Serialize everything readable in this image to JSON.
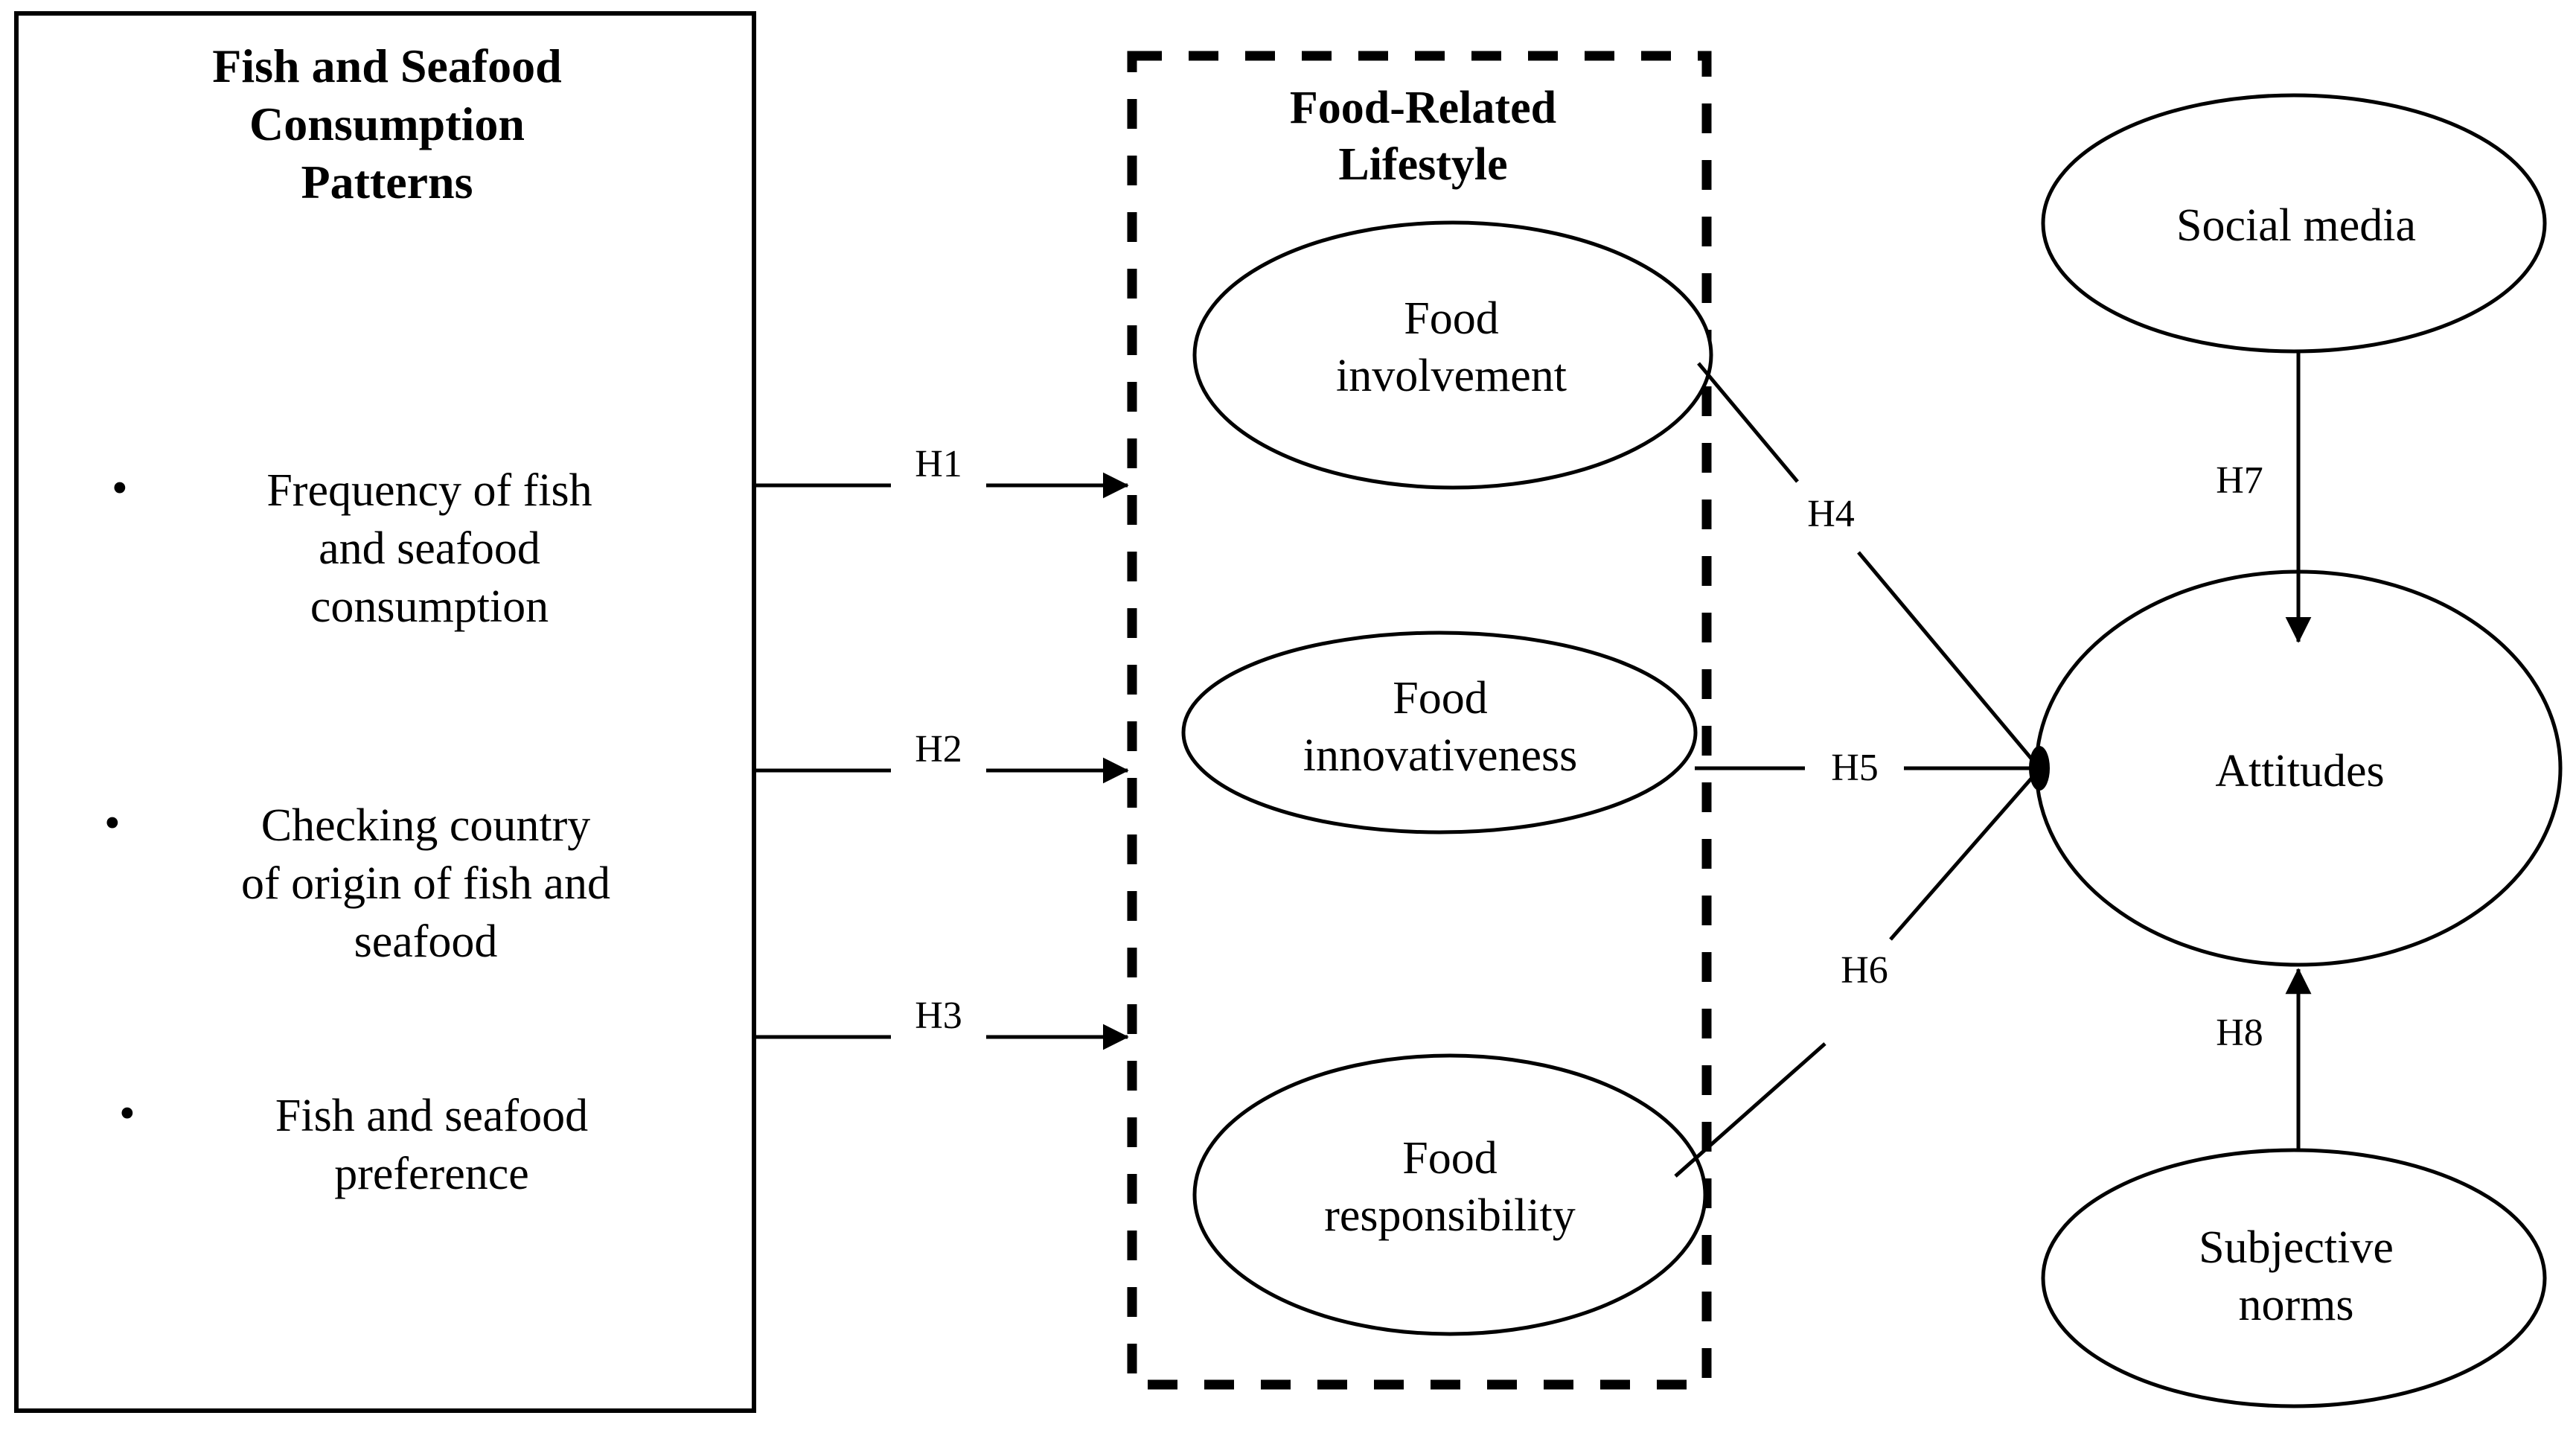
{
  "diagram": {
    "type": "conceptual-model",
    "panels": [
      {
        "id": "antecedents",
        "border": "solid",
        "title": "Fish and Seafood\nConsumption\nPatterns",
        "items": [
          "Frequency of fish\nand seafood\nconsumption",
          "Checking country\nof origin of fish and\nseafood",
          "Fish and seafood\npreference"
        ]
      },
      {
        "id": "food-related-lifestyle",
        "border": "dashed",
        "title": "Food-Related\nLifestyle",
        "nodes": [
          {
            "id": "food-involvement",
            "label": "Food\ninvolvement"
          },
          {
            "id": "food-innovativeness",
            "label": "Food\ninnovativeness"
          },
          {
            "id": "food-responsibility",
            "label": "Food\nresponsibility"
          }
        ]
      }
    ],
    "outcome_nodes": [
      {
        "id": "social-media",
        "label": "Social media"
      },
      {
        "id": "attitudes",
        "label": "Attitudes"
      },
      {
        "id": "subjective-norms",
        "label": "Subjective\nnorms"
      }
    ],
    "hypotheses": [
      {
        "id": "H1",
        "label": "H1",
        "from": "consumption-patterns",
        "to": "food-related-lifestyle",
        "style": "arrow"
      },
      {
        "id": "H2",
        "label": "H2",
        "from": "consumption-patterns",
        "to": "food-related-lifestyle",
        "style": "arrow"
      },
      {
        "id": "H3",
        "label": "H3",
        "from": "consumption-patterns",
        "to": "food-related-lifestyle",
        "style": "arrow"
      },
      {
        "id": "H4",
        "label": "H4",
        "from": "food-involvement",
        "to": "attitudes",
        "style": "line"
      },
      {
        "id": "H5",
        "label": "H5",
        "from": "food-innovativeness",
        "to": "attitudes",
        "style": "line"
      },
      {
        "id": "H6",
        "label": "H6",
        "from": "food-responsibility",
        "to": "attitudes",
        "style": "line"
      },
      {
        "id": "H7",
        "label": "H7",
        "from": "social-media",
        "to": "attitudes",
        "style": "arrow"
      },
      {
        "id": "H8",
        "label": "H8",
        "from": "subjective-norms",
        "to": "attitudes",
        "style": "arrow"
      }
    ],
    "colors": {
      "stroke": "#000000",
      "background": "#ffffff"
    },
    "bullet_glyph": "•"
  }
}
